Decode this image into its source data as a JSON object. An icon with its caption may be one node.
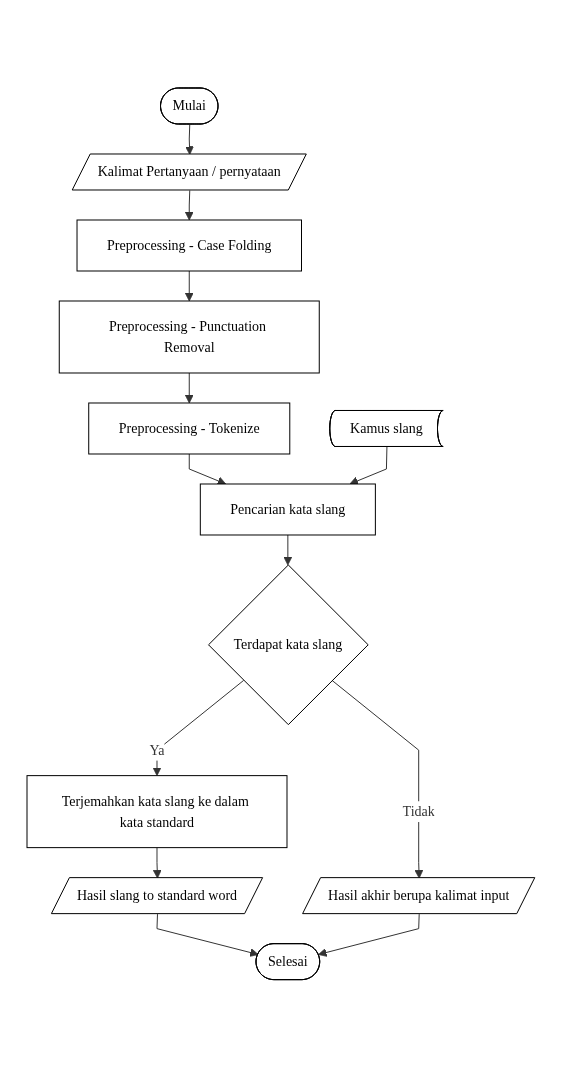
{
  "diagram": {
    "nodes": [
      {
        "text": [
          "Mulai"
        ]
      },
      {
        "text": [
          "Kalimat Pertanyaan / pernyataan"
        ]
      },
      {
        "text": [
          "Preprocessing - Case Folding"
        ]
      },
      {
        "text": [
          "Preprocessing - Punctuation Removal"
        ]
      },
      {
        "text": [
          "Preprocessing - Tokenize"
        ]
      },
      {
        "text": [
          "Pencarian kata slang"
        ]
      },
      {
        "text": [
          "Kamus slang"
        ]
      },
      {
        "text": [
          "Terdapat kata slang"
        ]
      },
      {
        "text": [
          "Terjemahkan kata slang ke dalam kata standard"
        ]
      },
      {
        "text": [
          "Hasil slang to standard word"
        ]
      },
      {
        "text": [
          "Hasil akhir berupa kalimat input"
        ]
      },
      {
        "text": [
          "Selesai"
        ]
      }
    ],
    "edges": [
      {
        "from": 0,
        "to": 1,
        "arrow": "to"
      },
      {
        "from": 1,
        "to": 2,
        "arrow": "to"
      },
      {
        "from": 2,
        "to": 3,
        "arrow": "to"
      },
      {
        "from": 3,
        "to": 4,
        "arrow": "to"
      },
      {
        "from": 4,
        "to": 5,
        "arrow": "to"
      },
      {
        "from": 6,
        "to": 5,
        "arrow": "to"
      },
      {
        "from": 5,
        "to": 7,
        "arrow": "to"
      },
      {
        "from": 7,
        "to": 8,
        "arrow": "to",
        "label": "Ya"
      },
      {
        "from": 7,
        "to": 10,
        "arrow": "to",
        "label": "Tidak"
      },
      {
        "from": 8,
        "to": 9,
        "arrow": "to"
      },
      {
        "from": 9,
        "to": 11,
        "arrow": "to"
      },
      {
        "from": 10,
        "to": 11,
        "arrow": "to"
      }
    ]
  }
}
